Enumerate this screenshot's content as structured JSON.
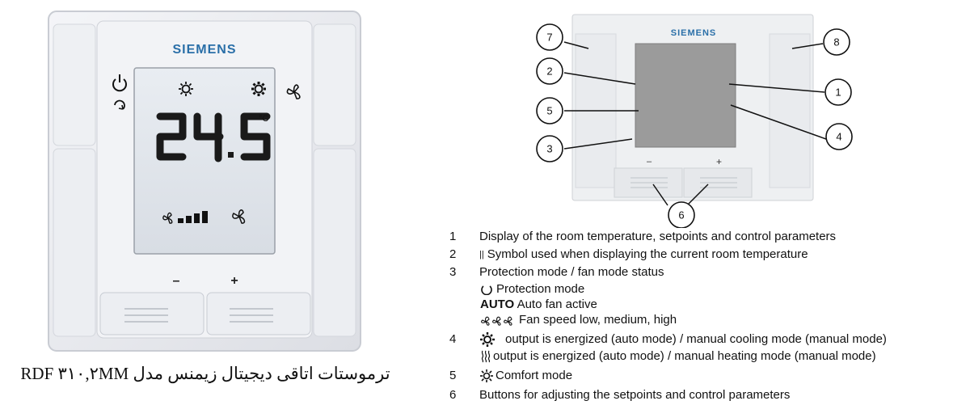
{
  "photo": {
    "brand": "SIEMENS",
    "temperature": "24.5",
    "unit": "°C",
    "minus_button": "–",
    "plus_button": "+"
  },
  "caption": "ترموستات اتاقی دیجیتال زیمنس مدل RDF ۳۱۰,۲MM",
  "diagram": {
    "brand": "SIEMENS",
    "minus_label": "–",
    "plus_label": "+",
    "callouts": [
      "7",
      "8",
      "2",
      "1",
      "5",
      "4",
      "3",
      "6"
    ]
  },
  "legend": {
    "items": [
      {
        "num": "1",
        "text": "Display of the room temperature, setpoints and control parameters"
      },
      {
        "num": "2",
        "text": "Symbol used when displaying the current room temperature"
      },
      {
        "num": "3",
        "text": "Protection mode / fan mode status"
      },
      {
        "num": "",
        "text": "Protection mode"
      },
      {
        "num": "",
        "bold": "AUTO",
        "text": "Auto fan active"
      },
      {
        "num": "",
        "text": "Fan speed low, medium, high"
      },
      {
        "num": "4",
        "text": "output is energized (auto mode) / manual cooling mode (manual mode)"
      },
      {
        "num": "",
        "text": "output is energized (auto mode) / manual heating mode (manual mode)"
      },
      {
        "num": "5",
        "text": "Comfort mode"
      },
      {
        "num": "6",
        "text": "Buttons for adjusting the setpoints and control parameters"
      }
    ]
  },
  "icons": [
    "power-icon",
    "rotate-icon",
    "sun-icon",
    "cooling-icon",
    "fan-icon",
    "fan-speed-bars-icon",
    "heating-icon",
    "comfort-icon",
    "protection-icon",
    "wind-symbol-icon"
  ]
}
